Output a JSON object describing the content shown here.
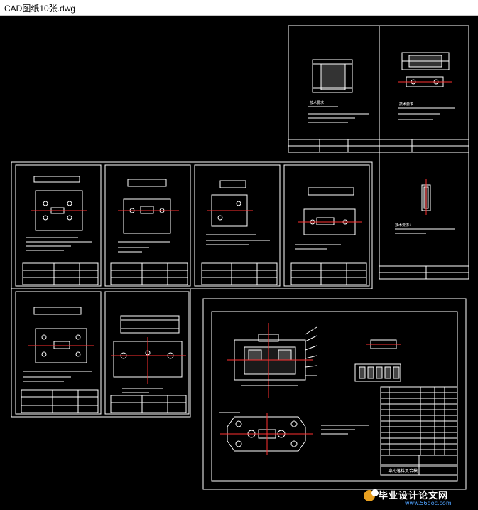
{
  "window": {
    "title": "CAD图纸10张.dwg"
  },
  "watermark": {
    "name": "毕业设计论文网",
    "url": "www.56doc.com"
  },
  "sheet_titles": {
    "tech_req_1": "技术要求",
    "tech_req_2": "技术要求",
    "tech_req_3": "技术要求：",
    "assembly_title": "冲孔落料复合模"
  },
  "colors": {
    "background": "#000000",
    "line": "#ffffff",
    "accent_red": "#ff3030",
    "center_line": "#ff2020"
  }
}
